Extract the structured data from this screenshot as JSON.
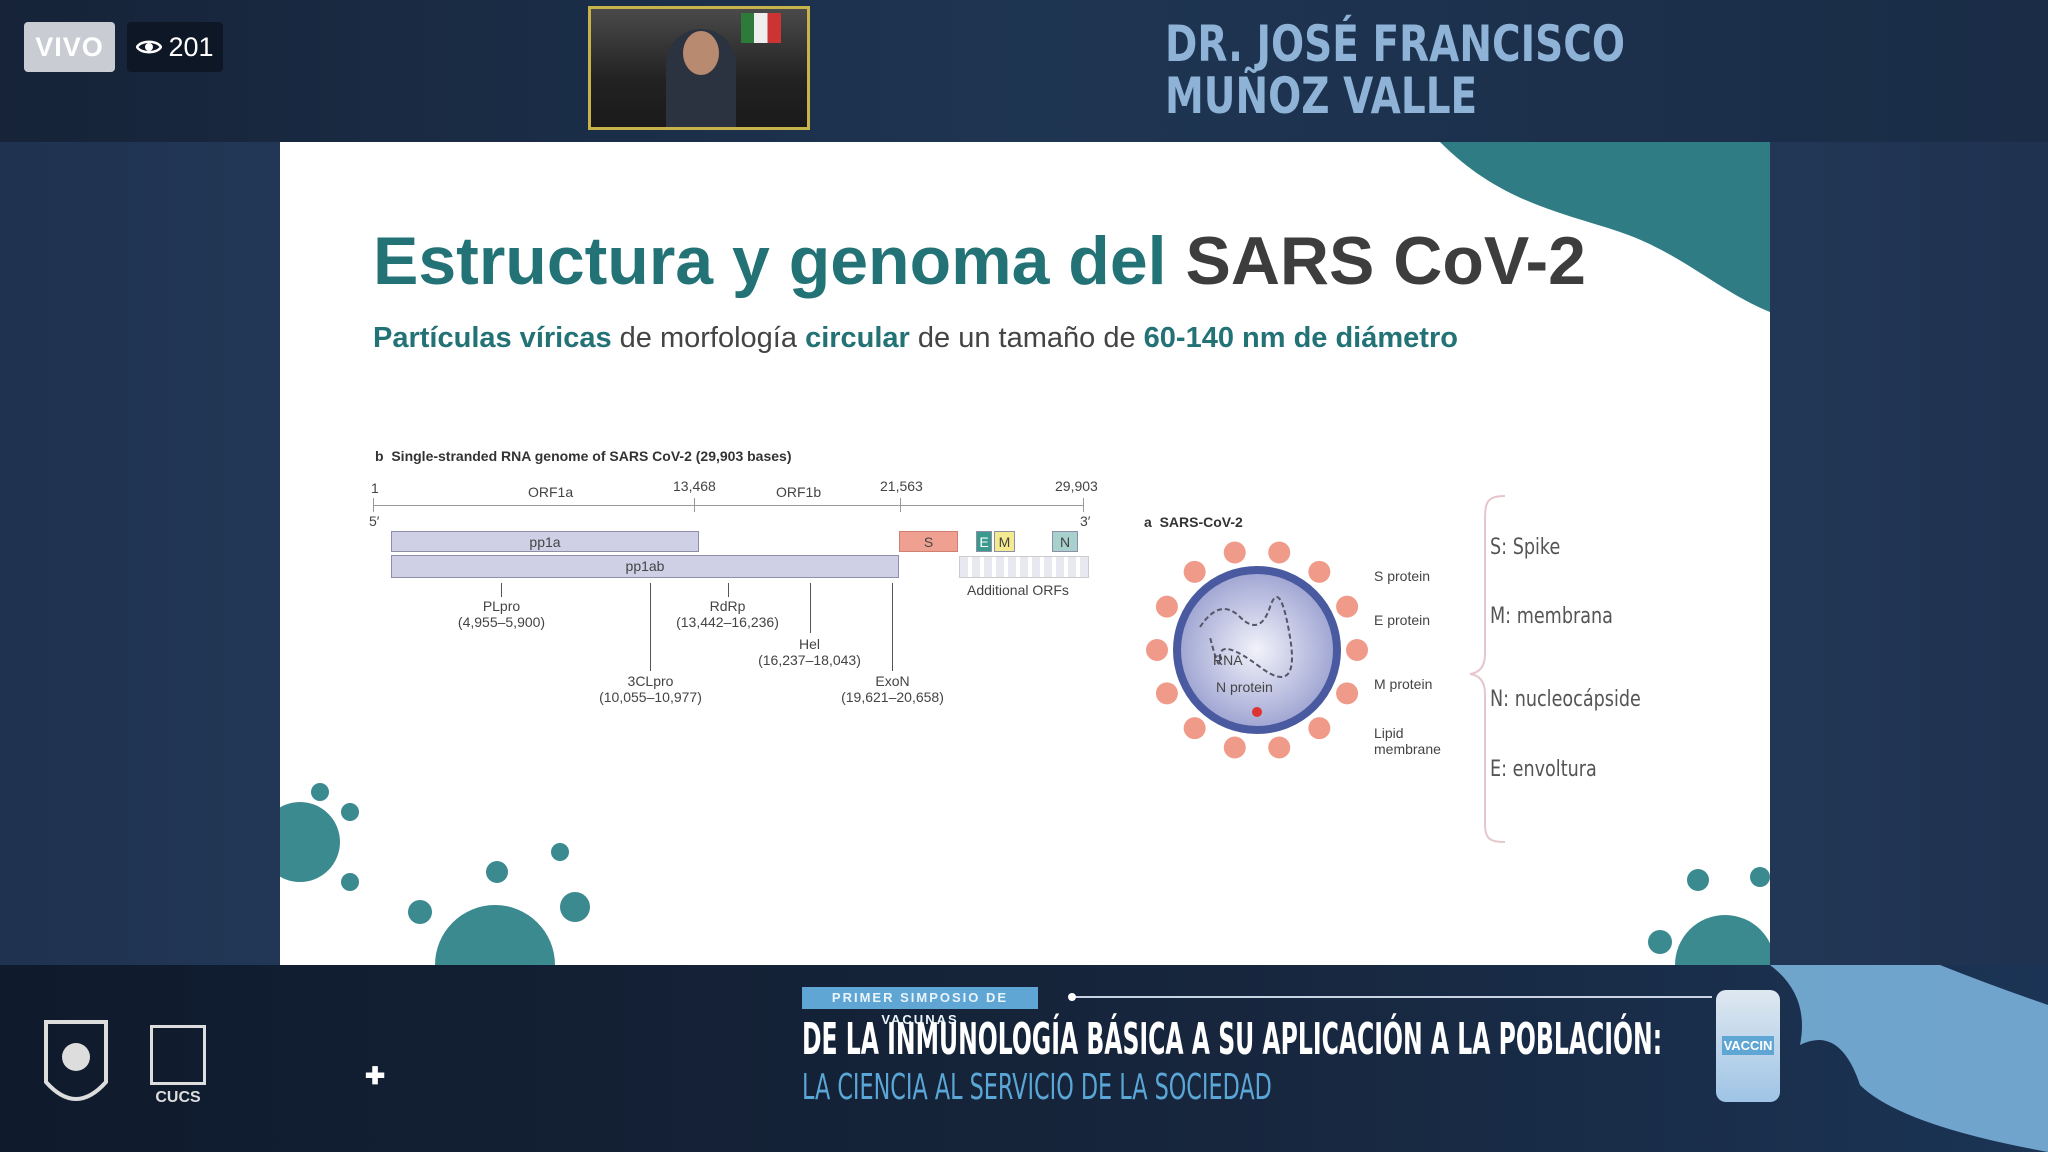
{
  "stream": {
    "live_label": "VIVO",
    "viewer_count": "201",
    "speaker_name_line1": "DR. JOSÉ FRANCISCO",
    "speaker_name_line2": "MUÑOZ VALLE"
  },
  "slide": {
    "title_part1": "Estructura y genoma del",
    "title_part2": "SARS CoV-2",
    "subtitle": {
      "b1": "Partículas víricas",
      "t1": " de morfología ",
      "b2": "circular",
      "t2": " de un tamaño de ",
      "b3": "60-140 nm de diámetro"
    },
    "genome": {
      "panel_letter": "b",
      "heading": "Single-stranded RNA genome of SARS CoV-2 (29,903 bases)",
      "ticks": [
        "1",
        "13,468",
        "21,563",
        "29,903"
      ],
      "orf_labels": [
        "ORF1a",
        "ORF1b"
      ],
      "end5": "5′",
      "end3": "3′",
      "boxes": {
        "pp1a": "pp1a",
        "pp1ab": "pp1ab",
        "S": "S",
        "E": "E",
        "M": "M",
        "N": "N"
      },
      "additional": "Additional ORFs",
      "annotations": [
        {
          "name": "PLpro",
          "range": "(4,955–5,900)"
        },
        {
          "name": "3CLpro",
          "range": "(10,055–10,977)"
        },
        {
          "name": "RdRp",
          "range": "(13,442–16,236)"
        },
        {
          "name": "Hel",
          "range": "(16,237–18,043)"
        },
        {
          "name": "ExoN",
          "range": "(19,621–20,658)"
        }
      ]
    },
    "virus": {
      "panel_letter": "a",
      "heading": "SARS-CoV-2",
      "labels": [
        "S protein",
        "E protein",
        "M protein",
        "Lipid membrane"
      ],
      "inner": [
        "RNA",
        "N protein"
      ]
    },
    "legend": [
      "S: Spike",
      "M: membrana",
      "N: nucleocápside",
      "E: envoltura"
    ]
  },
  "banner": {
    "tag": "PRIMER SIMPOSIO DE VACUNAS",
    "title": "DE LA INMUNOLOGÍA BÁSICA A SU APLICACIÓN A LA POBLACIÓN:",
    "subtitle": "LA CIENCIA AL SERVICIO DE LA SOCIEDAD",
    "logo2": "CUCS",
    "vial": "VACCIN"
  },
  "colors": {
    "teal": "#227276",
    "accent": "#5fa6d4"
  }
}
